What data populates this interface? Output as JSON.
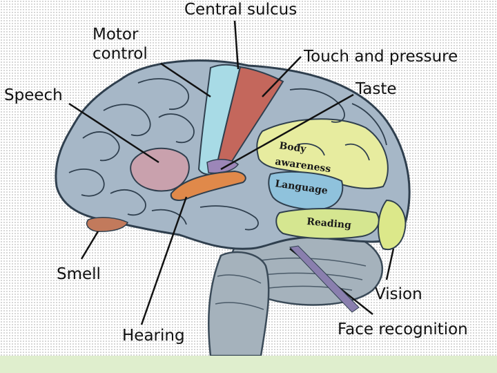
{
  "labels": {
    "central_sulcus": "Central sulcus",
    "motor_control_line1": "Motor",
    "motor_control_line2": "control",
    "touch_pressure": "Touch and pressure",
    "speech": "Speech",
    "taste": "Taste",
    "smell": "Smell",
    "hearing": "Hearing",
    "vision": "Vision",
    "face_recognition": "Face recognition"
  },
  "regions": {
    "body_awareness_line1": "Body",
    "body_awareness_line2": "awareness",
    "language": "Language",
    "reading": "Reading"
  },
  "colors": {
    "brain": "#a6b7c7",
    "motor_strip": "#a8dbe6",
    "touch_strip": "#c4675c",
    "speech_area": "#c9a1ad",
    "hearing_area": "#e0894a",
    "body_awareness": "#e7ec9f",
    "language": "#8fc2dc",
    "reading": "#d5e690",
    "vision": "#dce88a",
    "smell": "#c27a5c",
    "brainstem": "#a5b2bc",
    "footer": "#dfeecd"
  }
}
